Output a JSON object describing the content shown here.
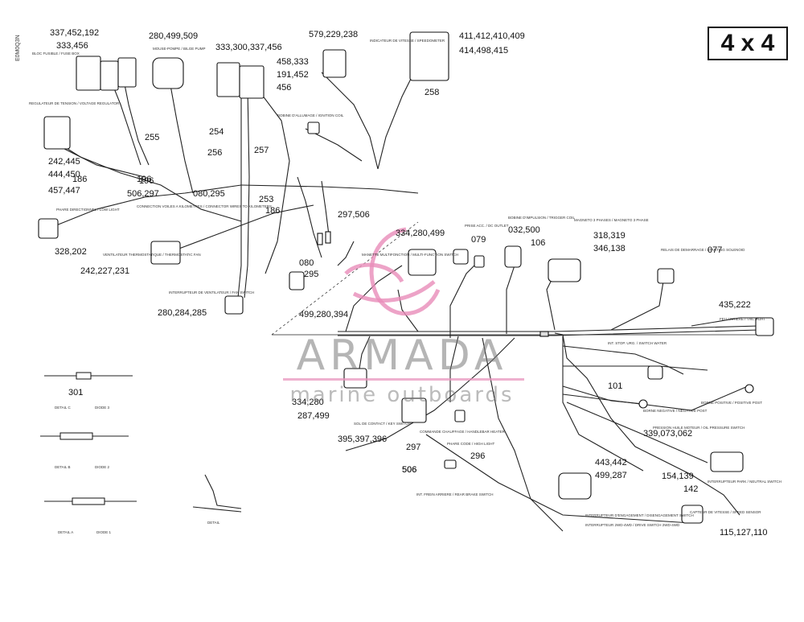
{
  "badge": "4 x 4",
  "watermark": {
    "title": "ARMADA",
    "subtitle": "marine outboards"
  },
  "sheet_code": "E0M0Q3N",
  "part_labels": [
    "337,452,192",
    "333,456",
    "280,499,509",
    "333,300,337,456",
    "458,333",
    "191,452",
    "456",
    "579,229,238",
    "411,412,410,409",
    "414,498,415",
    "242,445",
    "444,450",
    "457,447",
    "186",
    "196",
    "506,297",
    "080,295",
    "328,202",
    "242,227,231",
    "280,284,285",
    "297,506",
    "334,280,499",
    "079",
    "032,500",
    "106",
    "318,319",
    "346,138",
    "077",
    "499,280,394",
    "080",
    "295",
    "435,222",
    "101",
    "339,073,062",
    "154,139",
    "142",
    "443,442",
    "499,287",
    "115,127,110",
    "334,280",
    "287,499",
    "395,397,396",
    "506",
    "301"
  ],
  "wire_labels": [
    "253",
    "254",
    "255",
    "256",
    "257",
    "258",
    "186",
    "196",
    "296",
    "297",
    "506"
  ],
  "details": [
    "DETAIL C",
    "DIODE 3",
    "DETAIL B",
    "DIODE 2",
    "DETAIL A",
    "DIODE 1",
    "DETAIL"
  ],
  "component_captions": [
    "BLOC FUSIBLE / FUSE BOX",
    "REGULATEUR DE TENSION / VOLTAGE REGULATOR",
    "MOUSE-POMPE / BILGE PUMP",
    "INDICATEUR DE VITESSE / SPEEDOMETER",
    "BOBINE D'ALLUMAGE / IGNITION COIL",
    "PHARE DIRECTIONNEL / LOW LIGHT",
    "CONNECTION VOILES A KILOMETRES / CONNECTOR WIRES TO KILOMETERS",
    "VENTILATEUR THERMOSTATIQUE / THERMOSTATIC FAN",
    "INTERRUPTEUR DE VENTILATEUR / FAN SWITCH",
    "MANETTE MULTIFONCTION / MULTI-FUNCTION SWITCH",
    "PRISE ACC. / DC OUTLET",
    "BOBINE D'IMPULSION / TRIGGER COIL",
    "MAGNETO 3 PHASES / MAGNETO 3 PHASE",
    "RELAIS DE DEMARRAGE / STARTING SOLENOID",
    "FEU ARRIERE / TAIL LIGHT",
    "INT. STOP. URG. / SWITCH WATER",
    "BORNE NEGATIVE / NEGATIVE POST",
    "BORNE POSITIVE / POSITIVE POST",
    "PRESSION HUILE MOTEUR / OIL PRESSURE SWITCH",
    "INTERRUPTEUR PARK / NEUTRAL SWITCH",
    "CAPTEUR DE VITESSE / SPEED SENSOR",
    "SOL DE CONTACT / KEY SWITCH",
    "INT. FREIN ARRIERE / REAR BRAKE SWITCH",
    "INTERRUPTEUR D'ENGAGEMENT / DISENGAGEMENT SWITCH",
    "INTERRUPTEUR 2WD-4WD / DRIVE SWITCH 2WD-4WD",
    "COMMANDE CHAUFFAGE / HANDLEBAR HEATER",
    "PHARE CODE / HIGH LIGHT"
  ]
}
